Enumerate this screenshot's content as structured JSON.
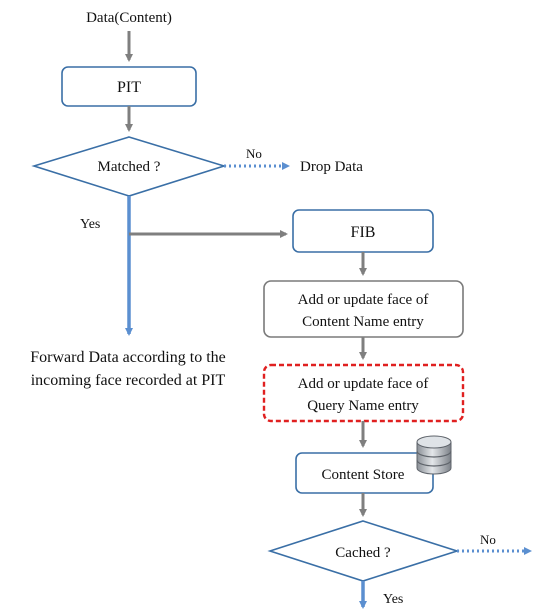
{
  "diagram": {
    "input_label": "Data(Content)",
    "pit": "PIT",
    "matched": "Matched ?",
    "no_label_top": "No",
    "drop_data": "Drop Data",
    "yes_label_left": "Yes",
    "forward_line1": "Forward Data according to the",
    "forward_line2": "incoming face recorded at PIT",
    "fib": "FIB",
    "content_name_line1": "Add or update face of",
    "content_name_line2": "Content Name entry",
    "query_name_line1": "Add or update face of",
    "query_name_line2": "Query Name entry",
    "content_store": "Content Store",
    "cached": "Cached ?",
    "no_label_bottom": "No",
    "yes_label_bottom": "Yes"
  },
  "colors": {
    "box_border": "#3a6fa6",
    "gray_border": "#7a7a7a",
    "dashed_red": "#e02020",
    "arrow_gray": "#7f7f7f",
    "arrow_blue": "#5b8fd0"
  },
  "icons": {
    "database": "database-icon"
  }
}
